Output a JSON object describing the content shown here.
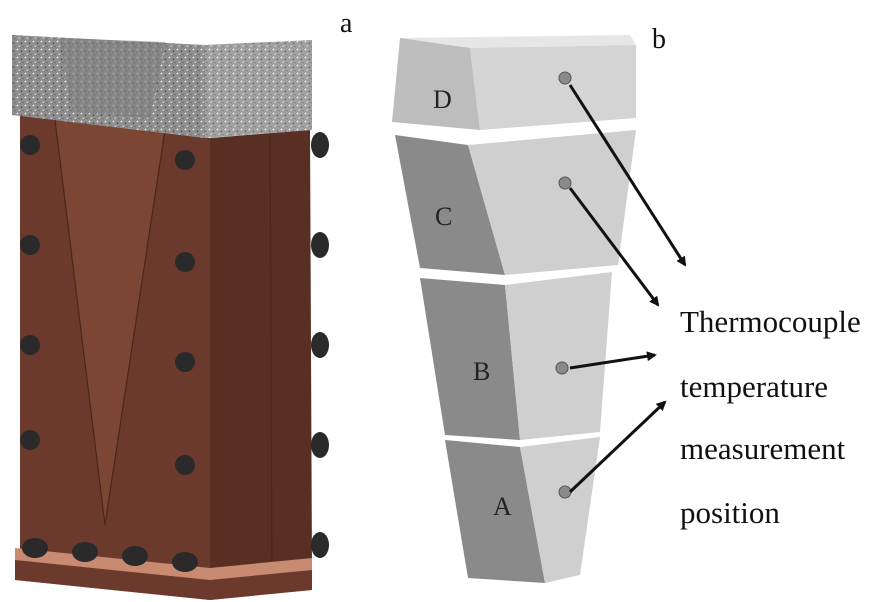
{
  "panels": {
    "a": {
      "label": "a",
      "colors": {
        "copper_front": "#6b3a2c",
        "copper_side": "#5a2f23",
        "copper_wedge": "#7c4634",
        "refractory_top": "#9a9a9a",
        "bolt": "#2a2a2a",
        "base_plate": "#c98a72"
      }
    },
    "b": {
      "label": "b",
      "blocks": [
        {
          "label": "D"
        },
        {
          "label": "C"
        },
        {
          "label": "B"
        },
        {
          "label": "A"
        }
      ],
      "colors": {
        "block_front": "#cfcfcf",
        "block_side": "#8a8a8a",
        "block_top": "#e6e6e6",
        "arrow": "#111111"
      }
    }
  },
  "caption": {
    "lines": [
      "Thermocouple",
      "temperature",
      "measurement",
      "position"
    ]
  }
}
